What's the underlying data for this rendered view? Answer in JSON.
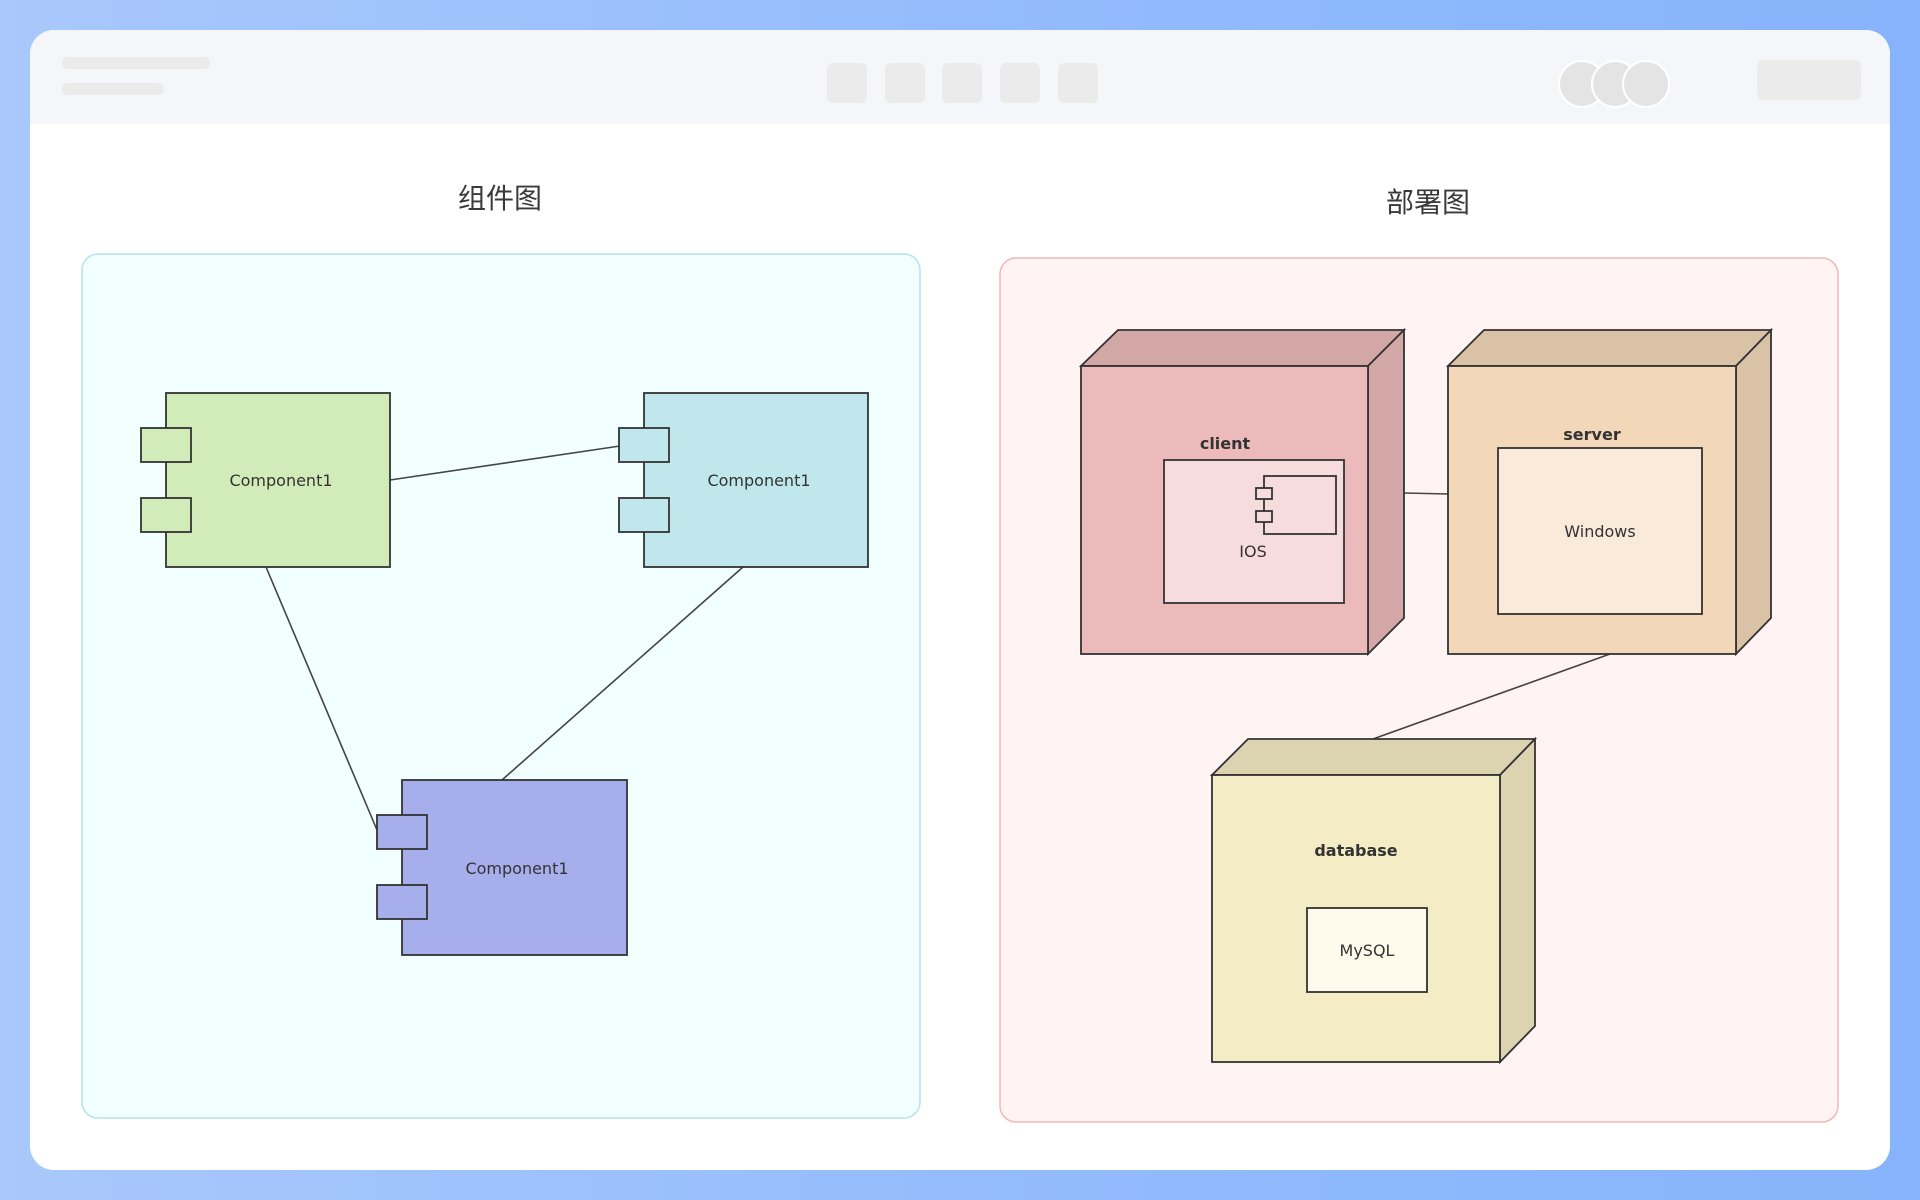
{
  "sections": {
    "component": {
      "title": "组件图",
      "components": [
        {
          "label": "Component1",
          "color": "#d2ecb9"
        },
        {
          "label": "Component1",
          "color": "#c0e8ec"
        },
        {
          "label": "Component1",
          "color": "#a6aeec"
        }
      ],
      "panel_color": "#f1ffff",
      "panel_border": "#b6e3ec"
    },
    "deployment": {
      "title": "部署图",
      "panel_color": "#fff3f3",
      "panel_border": "#f1b8b8",
      "nodes": {
        "client": {
          "label": "client",
          "inner_label": "IOS",
          "color": "#ecbaba"
        },
        "server": {
          "label": "server",
          "inner_label": "Windows",
          "color": "#f2d7b8"
        },
        "database": {
          "label": "database",
          "inner_label": "MySQL",
          "color": "#f4ecc4"
        }
      }
    }
  }
}
